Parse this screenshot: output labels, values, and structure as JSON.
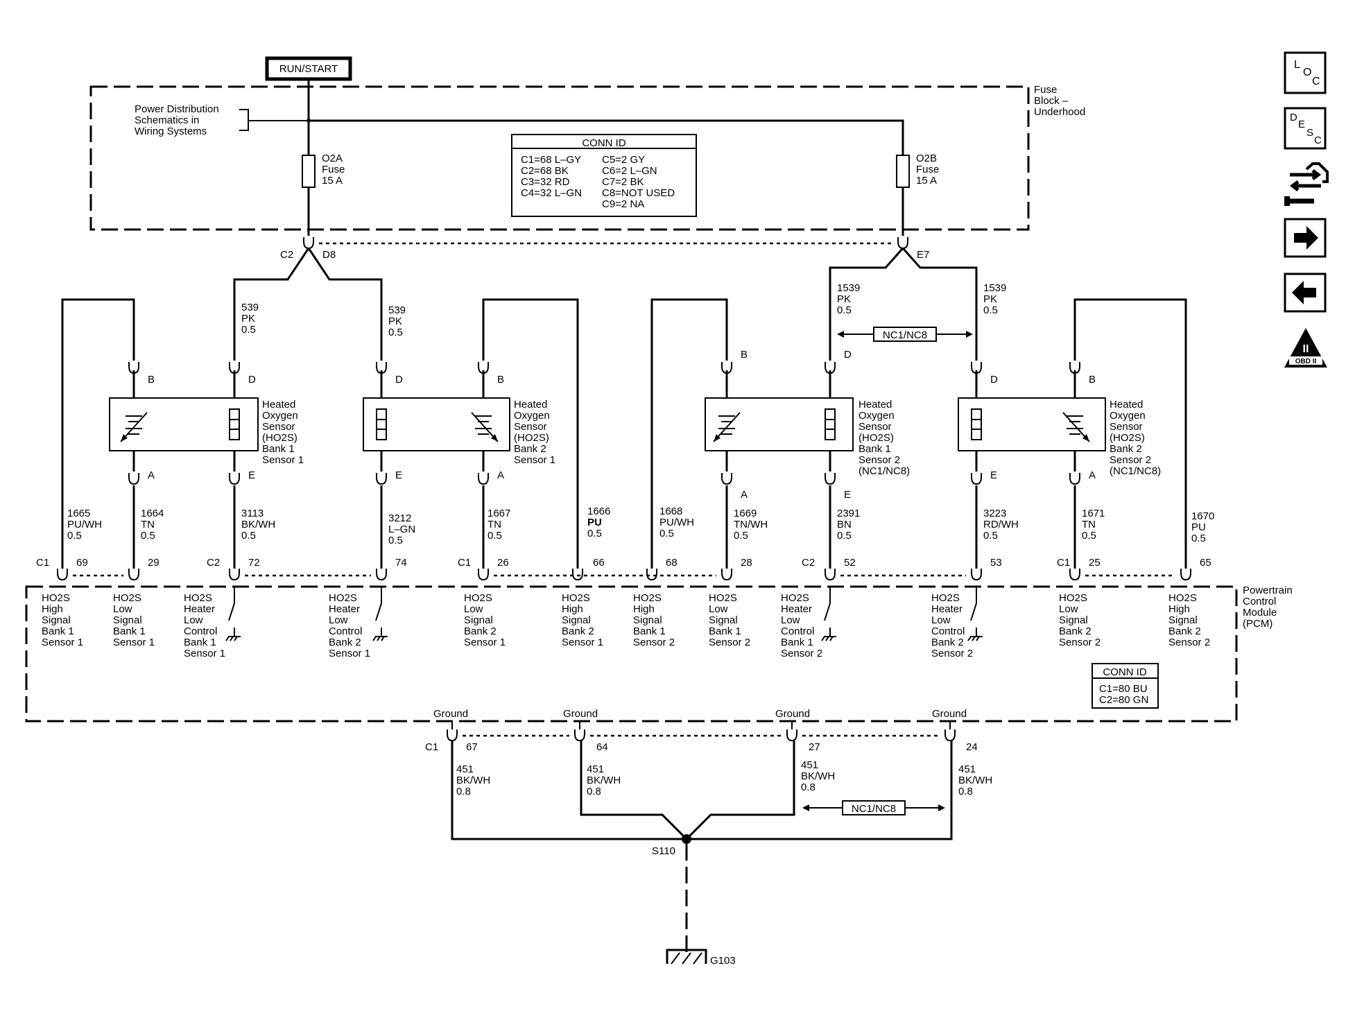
{
  "diagram": {
    "run_start": "RUN/START",
    "fuse_block": [
      "Fuse",
      "Block –",
      "Underhood"
    ],
    "power_dist": [
      "Power Distribution",
      "Schematics in",
      "Wiring Systems"
    ],
    "conn_id_top": {
      "title": "CONN ID",
      "left": [
        "C1=68 L–GY",
        "C2=68 BK",
        "C3=32 RD",
        "C4=32 L–GN"
      ],
      "right": [
        "C5=2 GY",
        "C6=2 L–GN",
        "C7=2 BK",
        "C8=NOT USED",
        "C9=2 NA"
      ]
    },
    "fuse_a": [
      "O2A",
      "Fuse",
      "15 A"
    ],
    "fuse_b": [
      "O2B",
      "Fuse",
      "15 A"
    ],
    "c2": "C2",
    "d8": "D8",
    "e7": "E7",
    "nc": "NC1/NC8",
    "w539": [
      "539",
      "PK",
      "0.5"
    ],
    "w1539": [
      "1539",
      "PK",
      "0.5"
    ],
    "pin_b": "B",
    "pin_d": "D",
    "pin_a": "A",
    "pin_e": "E",
    "sensors": [
      [
        "Heated",
        "Oxygen",
        "Sensor",
        "(HO2S)",
        "Bank 1",
        "Sensor 1"
      ],
      [
        "Heated",
        "Oxygen",
        "Sensor",
        "(HO2S)",
        "Bank 2",
        "Sensor 1"
      ],
      [
        "Heated",
        "Oxygen",
        "Sensor",
        "(HO2S)",
        "Bank 1",
        "Sensor 2",
        "(NC1/NC8)"
      ],
      [
        "Heated",
        "Oxygen",
        "Sensor",
        "(HO2S)",
        "Bank 2",
        "Sensor 2",
        "(NC1/NC8)"
      ]
    ],
    "wires": [
      [
        "1665",
        "PU/WH",
        "0.5"
      ],
      [
        "1664",
        "TN",
        "0.5"
      ],
      [
        "3113",
        "BK/WH",
        "0.5"
      ],
      [
        "3212",
        "L–GN",
        "0.5"
      ],
      [
        "1667",
        "TN",
        "0.5"
      ],
      [
        "1666",
        "PU",
        "0.5"
      ],
      [
        "1668",
        "PU/WH",
        "0.5"
      ],
      [
        "1669",
        "TN/WH",
        "0.5"
      ],
      [
        "2391",
        "BN",
        "0.5"
      ],
      [
        "3223",
        "RD/WH",
        "0.5"
      ],
      [
        "1671",
        "TN",
        "0.5"
      ],
      [
        "1670",
        "PU",
        "0.5"
      ]
    ],
    "pcm_conn": [
      "C1",
      "C2",
      "C1",
      "C2",
      "C1"
    ],
    "pcm_pins": [
      "69",
      "29",
      "72",
      "74",
      "26",
      "66",
      "68",
      "28",
      "52",
      "53",
      "25",
      "65"
    ],
    "pcm_labels": [
      [
        "HO2S",
        "High",
        "Signal",
        "Bank 1",
        "Sensor 1"
      ],
      [
        "HO2S",
        "Low",
        "Signal",
        "Bank 1",
        "Sensor 1"
      ],
      [
        "HO2S",
        "Heater",
        "Low",
        "Control",
        "Bank 1",
        "Sensor 1"
      ],
      [
        "HO2S",
        "Heater",
        "Low",
        "Control",
        "Bank 2",
        "Sensor 1"
      ],
      [
        "HO2S",
        "Low",
        "Signal",
        "Bank 2",
        "Sensor 1"
      ],
      [
        "HO2S",
        "High",
        "Signal",
        "Bank 2",
        "Sensor 1"
      ],
      [
        "HO2S",
        "High",
        "Signal",
        "Bank 1",
        "Sensor 2"
      ],
      [
        "HO2S",
        "Low",
        "Signal",
        "Bank 1",
        "Sensor 2"
      ],
      [
        "HO2S",
        "Heater",
        "Low",
        "Control",
        "Bank 1",
        "Sensor 2"
      ],
      [
        "HO2S",
        "Heater",
        "Low",
        "Control",
        "Bank 2",
        "Sensor 2"
      ],
      [
        "HO2S",
        "Low",
        "Signal",
        "Bank 2",
        "Sensor 2"
      ],
      [
        "HO2S",
        "High",
        "Signal",
        "Bank 2",
        "Sensor 2"
      ]
    ],
    "pcm_name": [
      "Powertrain",
      "Control",
      "Module",
      "(PCM)"
    ],
    "conn_id_pcm": {
      "title": "CONN ID",
      "lines": [
        "C1=80 BU",
        "C2=80 GN"
      ]
    },
    "ground": "Ground",
    "gnd_conn": "C1",
    "gnd_pins": [
      "67",
      "64",
      "27",
      "24"
    ],
    "gnd_wire": [
      "451",
      "BK/WH",
      "0.8"
    ],
    "splice": "S110",
    "g103": "G103"
  },
  "toolbar": {
    "loc": [
      "L",
      "O",
      "C"
    ],
    "desc": [
      "D",
      "E",
      "S",
      "C"
    ],
    "obd": [
      "II",
      "OBD II"
    ]
  }
}
